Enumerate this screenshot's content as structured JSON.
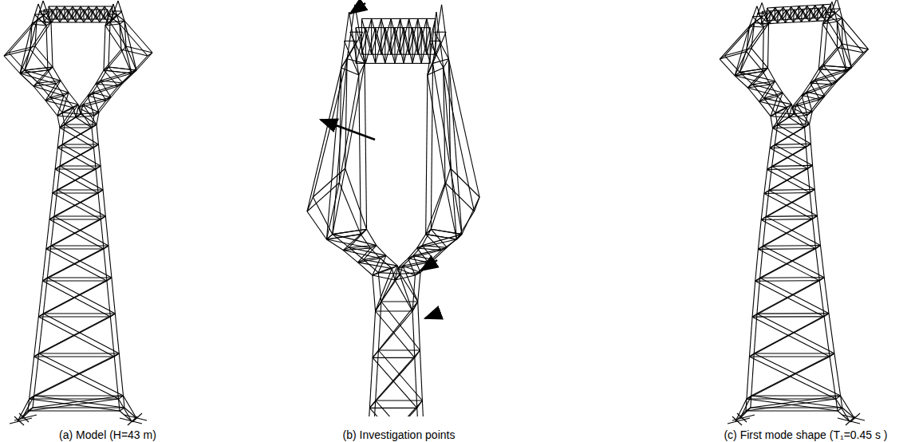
{
  "diagram": {
    "labels": [
      "(a) Model (H=43 m)",
      "(b) Investigation points",
      "(c) First mode shape (T₁=0.45 s )"
    ]
  }
}
